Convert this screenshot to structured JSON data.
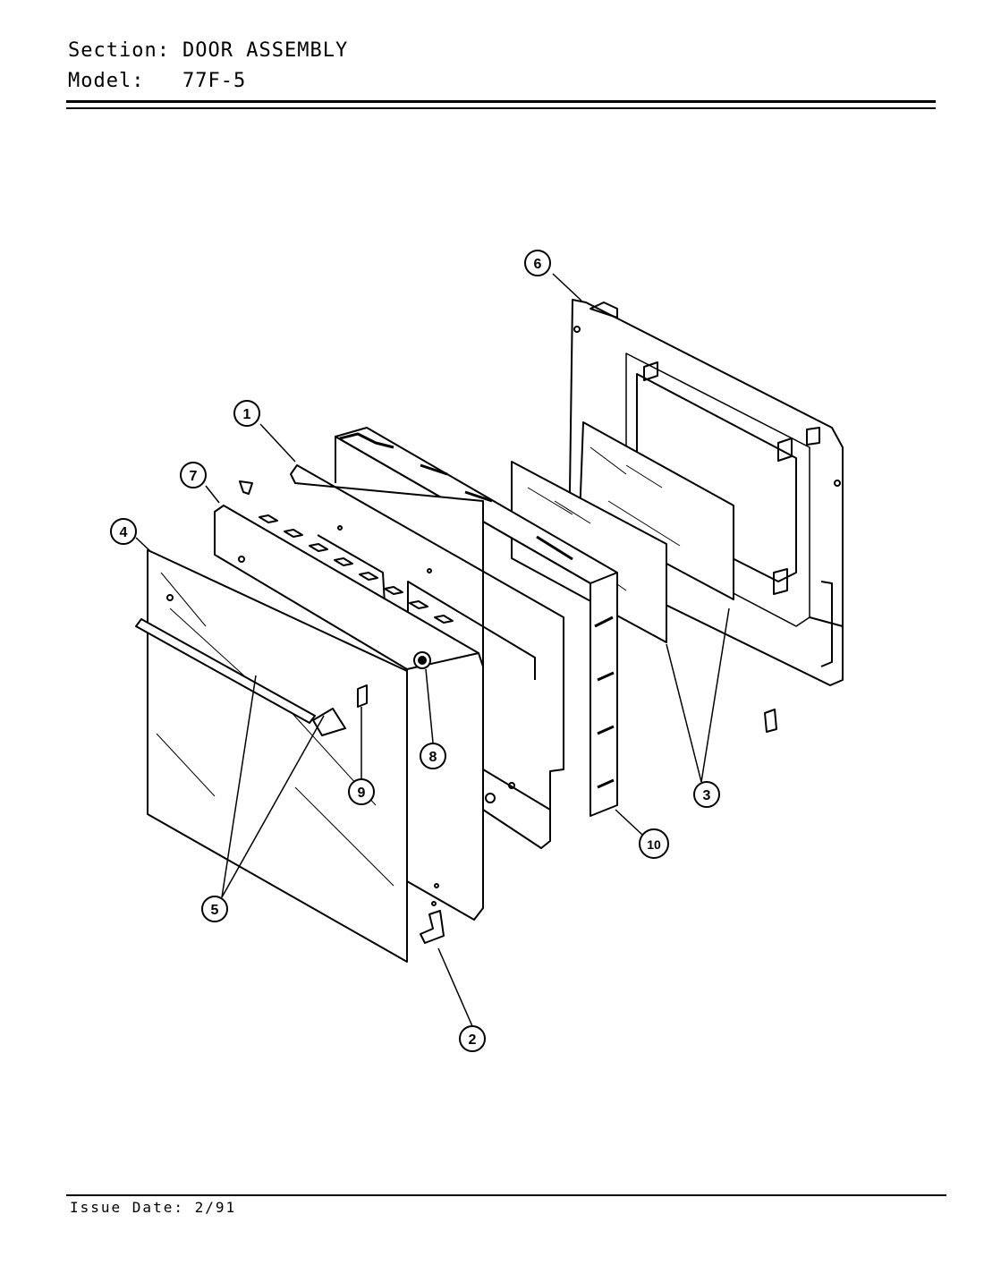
{
  "header": {
    "section_label": "Section:",
    "section_value": "DOOR ASSEMBLY",
    "model_label": "Model:",
    "model_value": "77F-5"
  },
  "footer": {
    "issue_label": "Issue Date:",
    "issue_value": "2/91"
  },
  "callouts": [
    "1",
    "2",
    "3",
    "4",
    "5",
    "6",
    "7",
    "8",
    "9",
    "10"
  ]
}
